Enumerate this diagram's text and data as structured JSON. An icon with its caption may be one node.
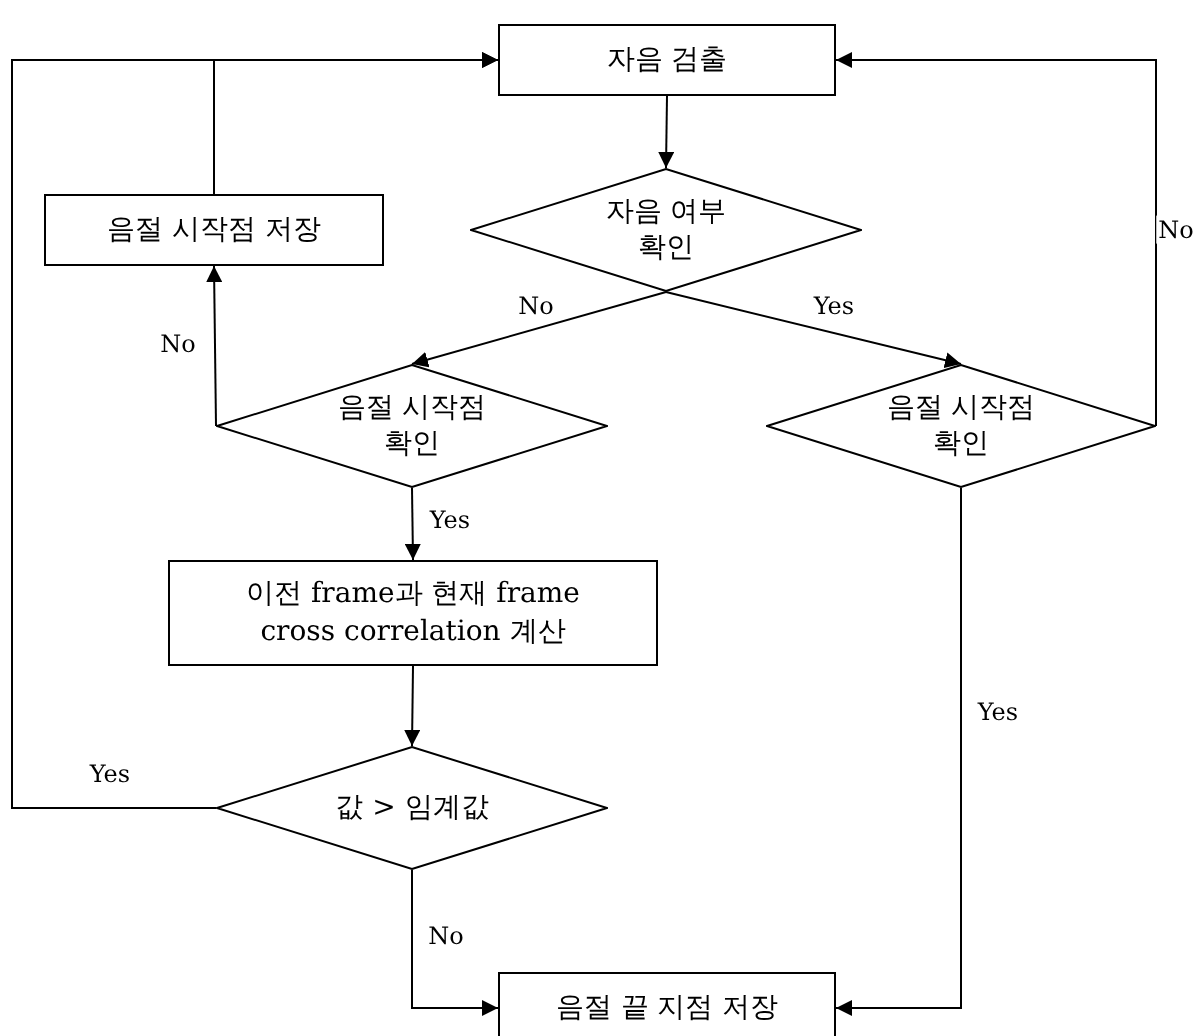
{
  "diagram": {
    "nodes": [
      {
        "text": [
          "자음 검출"
        ]
      },
      {
        "text": [
          "음절 시작점 저장"
        ]
      },
      {
        "text": [
          "자음 여부 확인"
        ]
      },
      {
        "text": [
          "음절 시작점 확인"
        ]
      },
      {
        "text": [
          "음절 시작점 확인"
        ]
      },
      {
        "text": [
          "이전 frame과 현재 frame cross correlation 계산"
        ]
      },
      {
        "text": [
          "값 > 임계값"
        ]
      },
      {
        "text": [
          "음절 끝 지점 저장"
        ]
      }
    ],
    "edges": [
      {
        "from": 0,
        "to": 2,
        "arrow": "to"
      },
      {
        "from": 2,
        "to": 3,
        "arrow": "to",
        "label": "No"
      },
      {
        "from": 2,
        "to": 4,
        "arrow": "to",
        "label": "Yes"
      },
      {
        "from": 3,
        "to": 1,
        "arrow": "to",
        "label": "No"
      },
      {
        "from": 1,
        "to": 0,
        "arrow": "to"
      },
      {
        "from": 3,
        "to": 5,
        "arrow": "to",
        "label": "Yes"
      },
      {
        "from": 5,
        "to": 6,
        "arrow": "to"
      },
      {
        "from": 6,
        "to": 0,
        "arrow": "to",
        "label": "Yes"
      },
      {
        "from": 4,
        "to": 0,
        "arrow": "to",
        "label": "No"
      },
      {
        "from": 4,
        "to": 7,
        "arrow": "to",
        "label": "Yes"
      },
      {
        "from": 6,
        "to": 7,
        "arrow": "to",
        "label": "No"
      }
    ]
  }
}
